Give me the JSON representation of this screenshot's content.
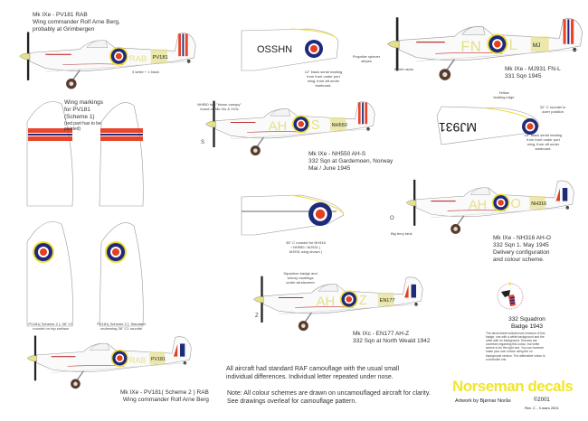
{
  "aircraft": [
    {
      "id": "pv181-s1",
      "caption": [
        "Mk IXe - PV181 RAB",
        "Wing commander Rolf Arne Berg,",
        "probably at Grimbergen"
      ],
      "codes_left": "",
      "codes_right": "RAB",
      "serial": "PV181",
      "note": "3 white + 1 black",
      "fin": "norway"
    },
    {
      "id": "mj931",
      "caption": [
        "Mk IXe - MJ931 FN-L",
        "331 Sqn 1945"
      ],
      "codes_left": "FN",
      "codes_right": "L",
      "serial": "MJ",
      "note": "Bomb racks",
      "fin": "norway"
    },
    {
      "id": "nh550",
      "caption": [
        "Mk IXe - NH550 AH-S",
        "332 Sqn at Gardemoen, Norway",
        "Mai / June 1945"
      ],
      "codes_left": "AH",
      "codes_right": "S",
      "serial": "NH550",
      "note": "NH550 had \"blown canopy\" found on Mk.IXs & XVIs",
      "fin": "norway"
    },
    {
      "id": "nh316",
      "caption": [
        "Mk IXe - NH316 AH-O",
        "332 Sqn  1. May 1945",
        "Delivery configuration",
        "and colour scheme."
      ],
      "codes_left": "AH",
      "codes_right": "O",
      "serial": "NH316",
      "note": "Big ferry tank",
      "fin": "raf"
    },
    {
      "id": "en177",
      "caption": [
        "Mk IXc - EN177 AH-Z",
        "332 Sqn at North Weald 1942"
      ],
      "codes_left": "AH",
      "codes_right": "Z",
      "serial": "EN177",
      "note": "Squadron badge and victory markings under windscreen",
      "fin": "raf"
    },
    {
      "id": "pv181-s2",
      "caption": [
        "Mk IXe - PV181( Scheme 2 ) RAB",
        "Wing commander Rolf Arne Berg"
      ],
      "codes_left": "",
      "codes_right": "RAB",
      "serial": "PV181",
      "note": "",
      "fin": "raf"
    }
  ],
  "wings": {
    "osshn": {
      "serial": "OSSHN",
      "note": "12\" black serial reading from front under port wing, from aft under starboard."
    },
    "mj931": {
      "serial": "MJ931",
      "note_top": "Yellow leading edge",
      "note_roundel": "32\" C roundel in outer position",
      "note": "24\" black serial reading from front under port wing, from aft under starboard."
    },
    "c_roundel": {
      "note": "36\" C roundel for NH316 / NH550 / MJ931 ( MJ931 wing shown )"
    },
    "scheme1": {
      "note": [
        "Wing markings",
        "for PV181",
        "(Scheme 1)"
      ],
      "sub": "(red part has to be painted)"
    },
    "scheme2a": {
      "note": "PV181( Scheme 2 ): 36\" C1 roundel on top surface"
    },
    "scheme2b": {
      "note": "PV181( Scheme 2 ): Standard underwing 36\" C1 roundel"
    }
  },
  "spinner_note": "Propeller spinner stripes",
  "prop_markers": {
    "nh550": "S",
    "nh316": "O",
    "en177": "Z"
  },
  "badge": {
    "title": "332 Squadron",
    "subtitle": "Badge 1943",
    "text": "The decal sheet includes two versions of this badge, one with a white background and the other with no background. Sources are uncertain regarding this colour, but white seems to be the right one. You can however make your own choice using the no background version. The alternative colour is a brownish one."
  },
  "notes": {
    "general": [
      "All aircraft had standard RAF camouflage with the usual small",
      "individual differences. Individual letter repeated under nose."
    ],
    "clarity": [
      "Note: All colour schemes are drawn on uncamouflaged aircraft for clarity.",
      "See drawings overleaf for camouflage pattern."
    ]
  },
  "brand": {
    "name": "Norseman decals",
    "artwork": "Artwork by Bjørnar Norås",
    "copyright": "©2001",
    "revision": "Rev. C - 3.mars 2001"
  },
  "colors": {
    "roundel_blue": "#1f2a7a",
    "roundel_red": "#e2401f",
    "roundel_yellow": "#f0dd3a",
    "code_yellow": "#e6e08a",
    "norway_red": "#e8452b",
    "line": "#888"
  }
}
